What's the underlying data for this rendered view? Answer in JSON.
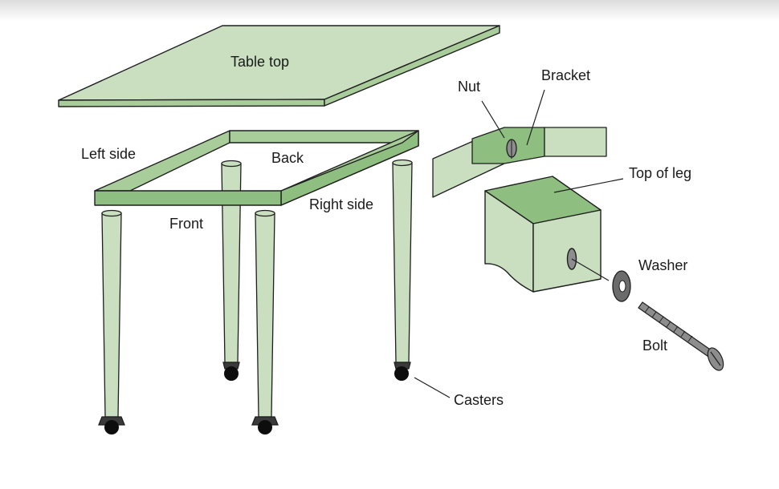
{
  "colors": {
    "light_green": "#c9dfc0",
    "mid_green": "#a9cd9a",
    "dark_green": "#8fbf80",
    "outline": "#1f1f1f",
    "washer": "#6b6b6b",
    "bolt": "#8d8d8d"
  },
  "labels": {
    "table_top": "Table top",
    "left_side": "Left side",
    "back": "Back",
    "right_side": "Right side",
    "front": "Front",
    "nut": "Nut",
    "bracket": "Bracket",
    "top_of_leg": "Top of leg",
    "washer": "Washer",
    "bolt": "Bolt",
    "casters": "Casters"
  }
}
